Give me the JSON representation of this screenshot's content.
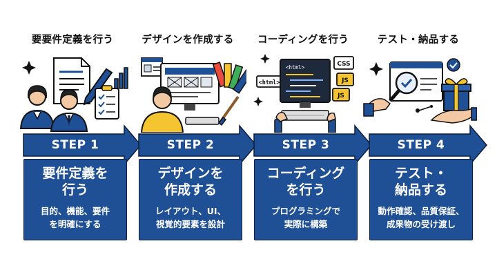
{
  "steps": [
    {
      "heading": "要要件定義を行う",
      "step": "STEP 1",
      "title": "要件定義を\n行う",
      "desc": "目的、機能、要件\nを明確にする"
    },
    {
      "heading": "デザインを作成する",
      "step": "STEP 2",
      "title": "デザインを\n作成する",
      "desc": "レイアウト、UI、\n視覚的要素を設計"
    },
    {
      "heading": "コーディングを行う",
      "step": "STEP 3",
      "title": "コーディング\nを行う",
      "desc": "プログラミングで\n実際に構築"
    },
    {
      "heading": "テスト・納品する",
      "step": "STEP 4",
      "title": "テスト・\n納品する",
      "desc": "動作確認、品質保証、\n成果物の受け渡し"
    }
  ],
  "illustration_text": {
    "code_tag": "<html>",
    "css_badge": "CSS",
    "js_badge": "JS"
  },
  "colors": {
    "primary_blue": "#1f4f94",
    "outline": "#0d1f3d",
    "accent_yellow": "#f4c431",
    "skin": "#f3c9a4"
  }
}
